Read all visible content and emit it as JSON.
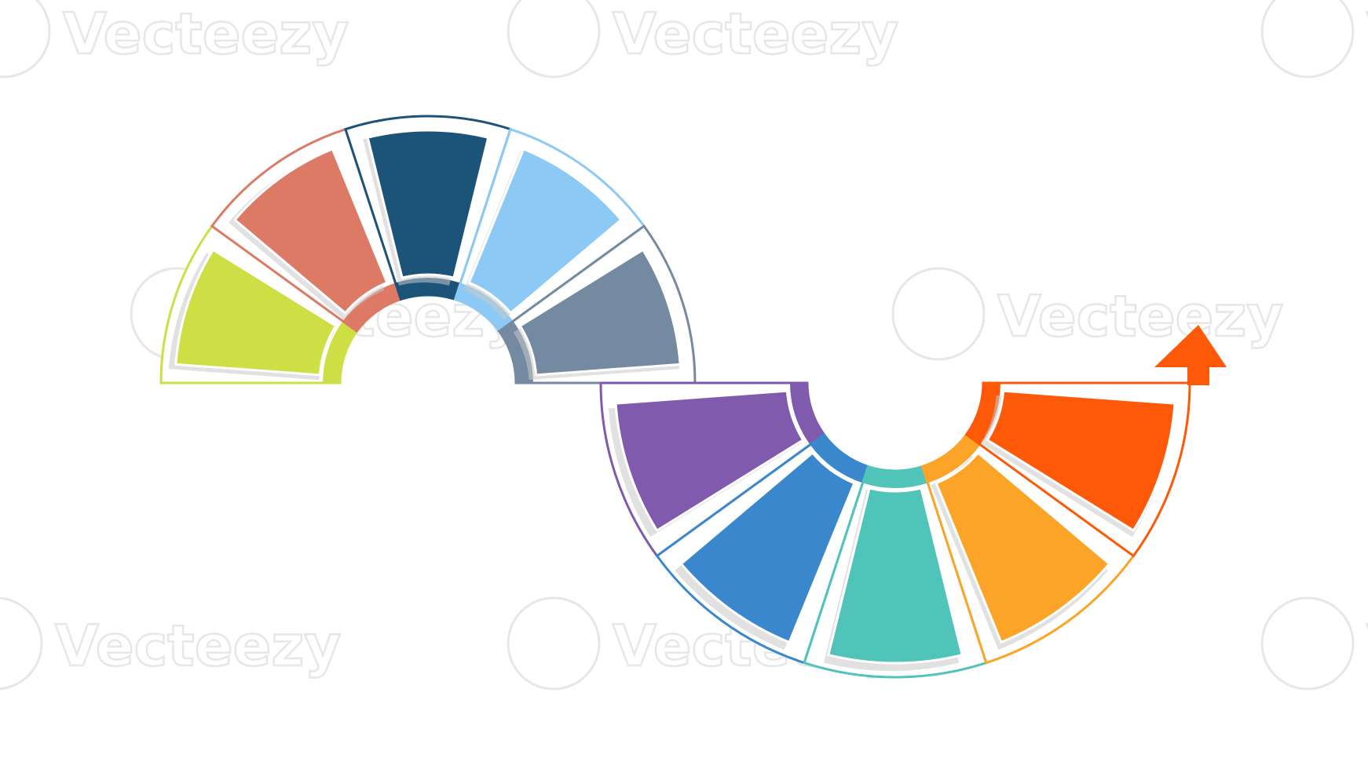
{
  "watermark": {
    "text": "Vecteezy"
  },
  "upper_arc": {
    "segments": [
      {
        "id": "lime",
        "color": "#cddf45"
      },
      {
        "id": "salmon",
        "color": "#dc7a65"
      },
      {
        "id": "navy",
        "color": "#1c5379"
      },
      {
        "id": "sky",
        "color": "#8ccaf5"
      },
      {
        "id": "slate",
        "color": "#748aa0"
      }
    ]
  },
  "lower_arc": {
    "segments": [
      {
        "id": "purple",
        "color": "#7f5aad"
      },
      {
        "id": "blue",
        "color": "#3b87ce"
      },
      {
        "id": "teal",
        "color": "#51c4b9"
      },
      {
        "id": "amber",
        "color": "#fba428"
      },
      {
        "id": "orange-red",
        "color": "#fd5908"
      }
    ]
  },
  "arrow": {
    "icon": "arrow-up-icon",
    "color": "#fd5908"
  }
}
